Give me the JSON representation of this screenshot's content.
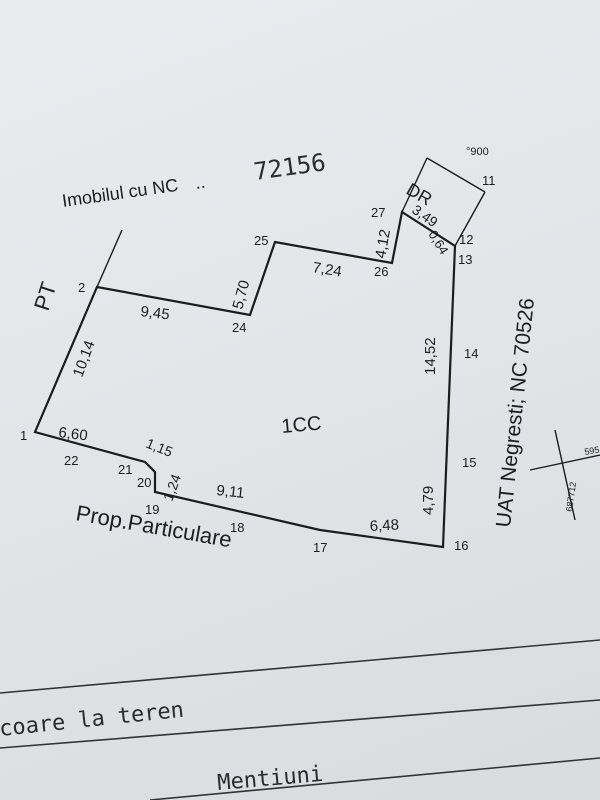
{
  "document": {
    "header_label": "Imobilul cu NC",
    "nc_number": "72156",
    "parcel_label": "1CC",
    "scale_note": "900",
    "neighbors": {
      "west": "PT",
      "northeast": "DR",
      "south": "Prop.Particulare",
      "east": "UAT Negresti; NC 70526"
    },
    "corner_coordinates": [
      "687712",
      "595"
    ],
    "table_rows": [
      "coare la teren",
      "Mentiuni"
    ]
  },
  "points": [
    "1",
    "2",
    "11",
    "12",
    "13",
    "14",
    "15",
    "16",
    "17",
    "18",
    "19",
    "20",
    "21",
    "22",
    "24",
    "25",
    "26",
    "27"
  ],
  "segments": [
    "10,14",
    "9,45",
    "5,70",
    "7,24",
    "4,12",
    "3,49",
    "0,64",
    "14,52",
    "4,79",
    "6,48",
    "9,11",
    "1,24",
    "1,15",
    "6,60"
  ]
}
